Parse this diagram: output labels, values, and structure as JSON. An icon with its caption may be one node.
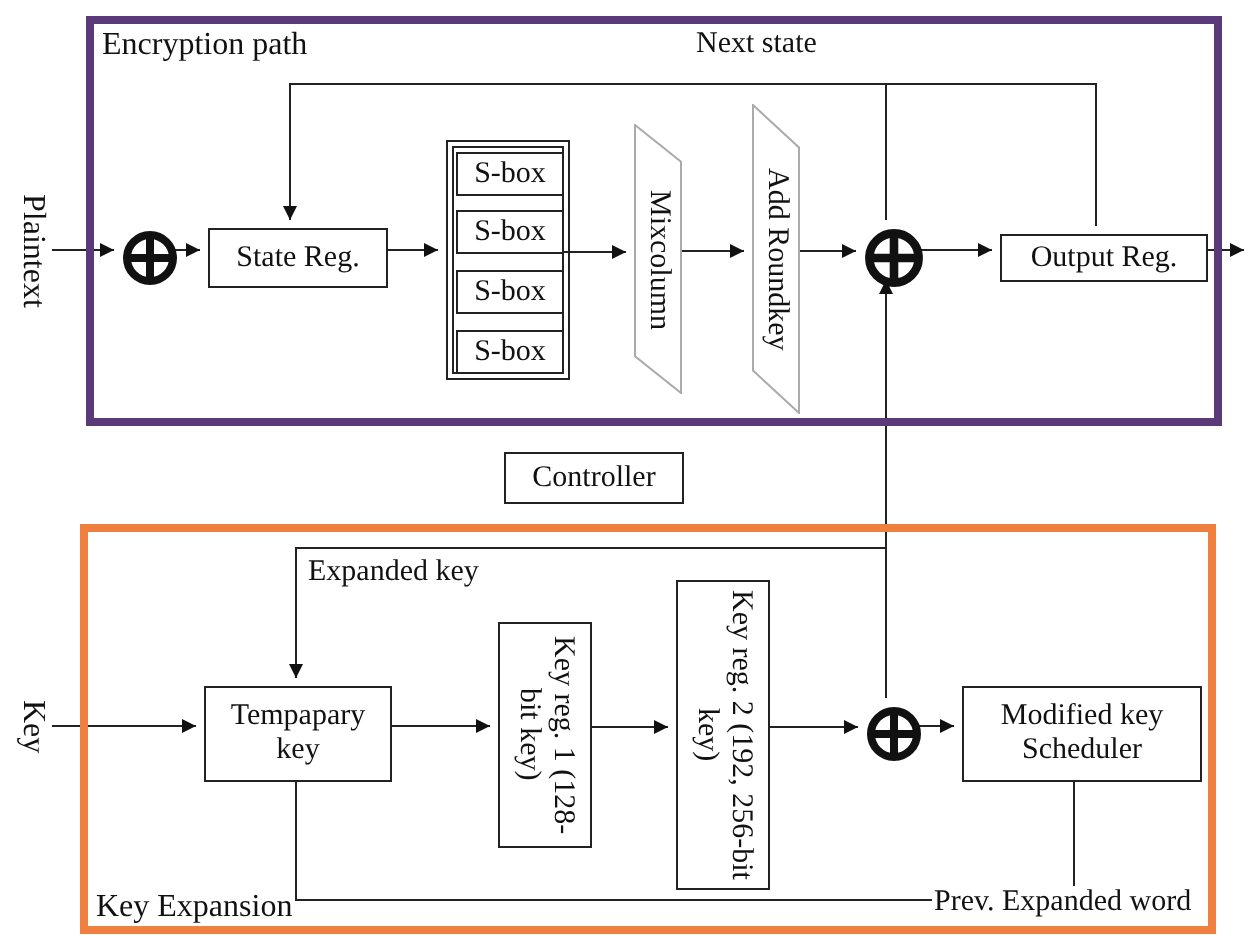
{
  "diagram": {
    "nodes": [
      {
        "text": [
          "Encryption path"
        ]
      },
      {
        "text": [
          "Plaintext"
        ]
      },
      {
        "text": [],
        "shape": "circle",
        "in": 0
      },
      {
        "text": [
          "State Reg."
        ],
        "in": 0
      },
      {
        "text": [],
        "shape": "box",
        "in": 0
      },
      {
        "text": [
          "S-box"
        ],
        "in": 4
      },
      {
        "text": [
          "S-box"
        ],
        "in": 4
      },
      {
        "text": [
          "S-box"
        ],
        "in": 4
      },
      {
        "text": [
          "S-box"
        ],
        "in": 4
      },
      {
        "text": [
          "Mixcolumn"
        ],
        "in": 0
      },
      {
        "text": [
          "Add Roundkey"
        ],
        "in": 0
      },
      {
        "text": [],
        "shape": "circle",
        "in": 0
      },
      {
        "text": [
          "Output Reg."
        ],
        "in": 0
      },
      {
        "text": [
          "Controller"
        ]
      },
      {
        "text": [
          "Key Expansion"
        ]
      },
      {
        "text": [
          "Key"
        ]
      },
      {
        "text": [
          "Tempapary key"
        ],
        "in": 14
      },
      {
        "text": [
          "Key reg. 1 (128-bit key)"
        ],
        "in": 14
      },
      {
        "text": [
          "Key reg. 2 (192, 256-bit key)"
        ],
        "in": 14
      },
      {
        "text": [],
        "shape": "circle",
        "in": 14
      },
      {
        "text": [
          "Modified key Scheduler"
        ],
        "in": 14
      }
    ],
    "edges": [
      {
        "from": 1,
        "to": 2,
        "arrow": "to"
      },
      {
        "from": 2,
        "to": 3,
        "arrow": "to"
      },
      {
        "from": 3,
        "to": 4,
        "arrow": "to"
      },
      {
        "from": 4,
        "to": 9,
        "arrow": "to"
      },
      {
        "from": 9,
        "to": 10,
        "arrow": "to"
      },
      {
        "from": 10,
        "to": 11,
        "arrow": "to"
      },
      {
        "from": 11,
        "to": 12,
        "arrow": "to"
      },
      {
        "from": 12,
        "to": null,
        "arrow": "to"
      },
      {
        "from": 12,
        "to": 3,
        "arrow": "to",
        "label": "Next state"
      },
      {
        "from": 15,
        "to": 16,
        "arrow": "to"
      },
      {
        "from": 16,
        "to": 17,
        "arrow": "to"
      },
      {
        "from": 17,
        "to": 18,
        "arrow": "to"
      },
      {
        "from": 18,
        "to": 19,
        "arrow": "to"
      },
      {
        "from": 19,
        "to": 20,
        "arrow": "to"
      },
      {
        "from": 19,
        "to": 11,
        "arrow": "to"
      },
      {
        "from": 19,
        "to": 16,
        "arrow": "to",
        "label": "Expanded key"
      },
      {
        "from": 20,
        "to": 16,
        "arrow": "none",
        "label": "Prev. Expanded word"
      }
    ]
  }
}
